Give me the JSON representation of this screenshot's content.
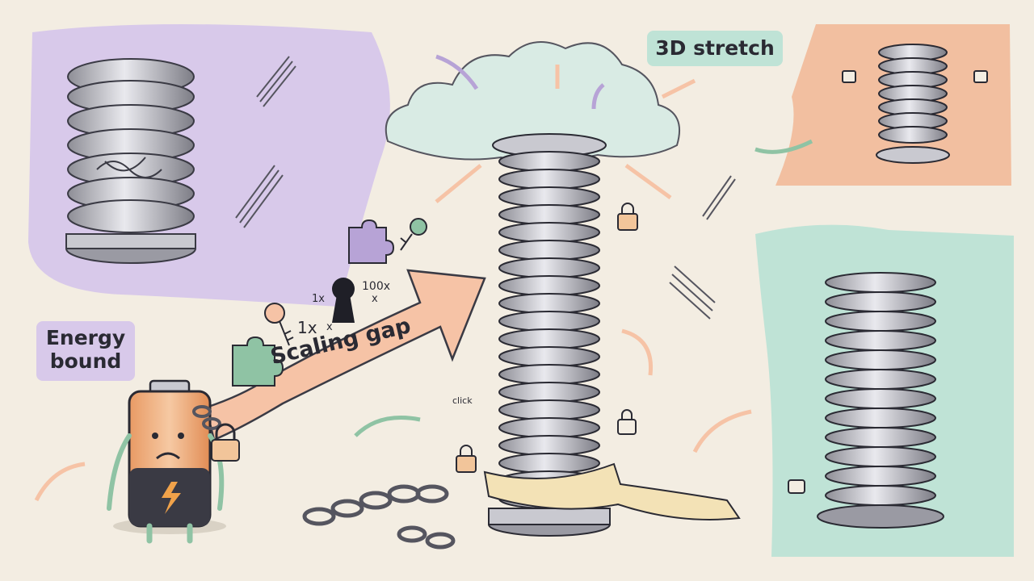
{
  "labels": {
    "energy_bound": "Energy bound",
    "stretch_3d": "3D stretch",
    "scaling_gap": "Scaling gap"
  },
  "markings": {
    "one_x": "1x",
    "hundred_x": "100x",
    "one_x_large": "1x",
    "x_small_a": "x",
    "x_small_b": "x",
    "click": "click"
  },
  "colors": {
    "background": "#f3ede2",
    "lavender_panel": "#d8c9ea",
    "peach_panel": "#f2bfa0",
    "mint_panel": "#bfe3d6",
    "arrow_peach": "#f6c3a6",
    "ink": "#2a2a33"
  },
  "icons": [
    "compressed-spring-icon",
    "tall-spring-icon",
    "battery-icon",
    "padlock-icon",
    "key-icon",
    "keyhole-icon",
    "puzzle-piece-icon",
    "chain-icon",
    "tape-measure-icon",
    "cloud-burst-icon",
    "curved-arrow-icon"
  ]
}
